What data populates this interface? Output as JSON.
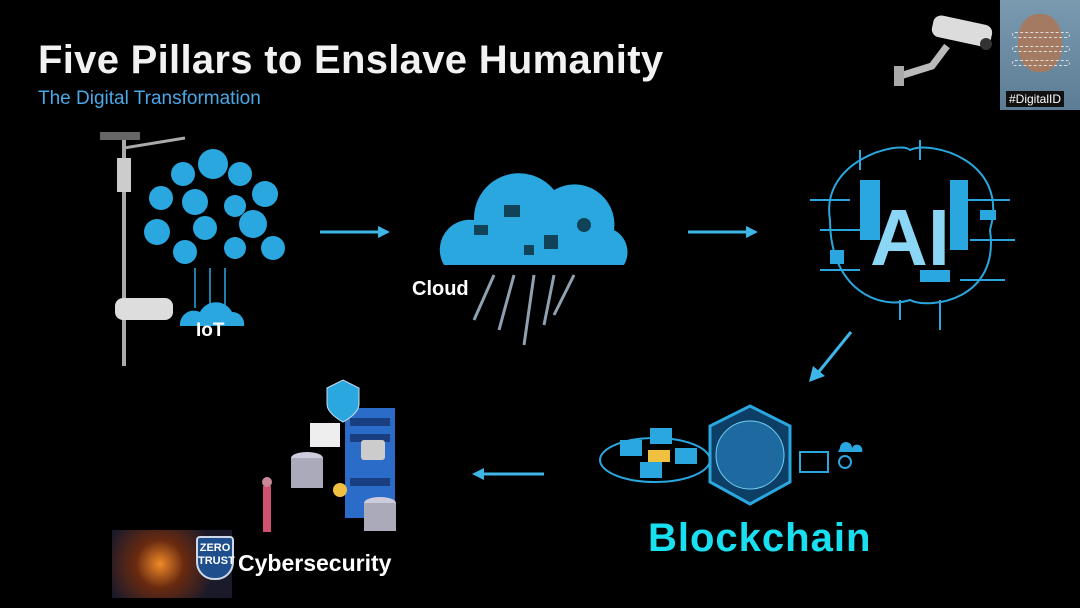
{
  "slide": {
    "title": "Five Pillars to Enslave Humanity",
    "subtitle": "The Digital Transformation"
  },
  "corner": {
    "photo_tag": "#DigitalID"
  },
  "pillars": {
    "iot": "IoT",
    "cloud": "Cloud",
    "ai": "AI",
    "blockchain": "Blockchain",
    "cybersecurity": "Cybersecurity",
    "zero_trust": "ZERO TRUST"
  },
  "colors": {
    "accent": "#4aa8e8",
    "cyan": "#19e0f0",
    "arrow": "#3fb6e8"
  }
}
